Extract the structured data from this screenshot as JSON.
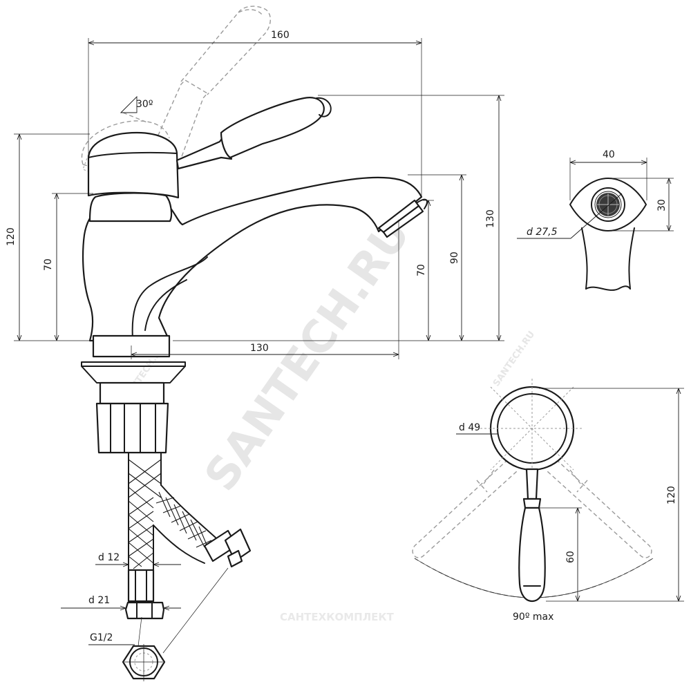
{
  "watermark": {
    "main": "SANTECH.RU",
    "small_1": "SANTECH.RU",
    "small_2": "SANTECH.RU",
    "bottom": "САНТЕХКОМПЛЕКТ"
  },
  "dimensions": {
    "total_length": "160",
    "total_height": "130",
    "left_height": "120",
    "left_inner_height": "70",
    "spout_height": "90",
    "spout_outlet_height": "70",
    "spout_reach": "130",
    "lever_angle": "30º",
    "base_width": "40",
    "base_depth": "30",
    "aerator_diameter": "d 27,5",
    "hose_inner": "d 12",
    "hose_outer": "d 21",
    "hose_thread": "G1/2",
    "handle_ring_diameter": "d 49",
    "handle_length": "120",
    "handle_grip": "60",
    "handle_rotation": "90º max"
  },
  "colors": {
    "line": "#1a1a1a",
    "phantom": "#9a9a9a",
    "watermark": "#e6e6e6"
  }
}
